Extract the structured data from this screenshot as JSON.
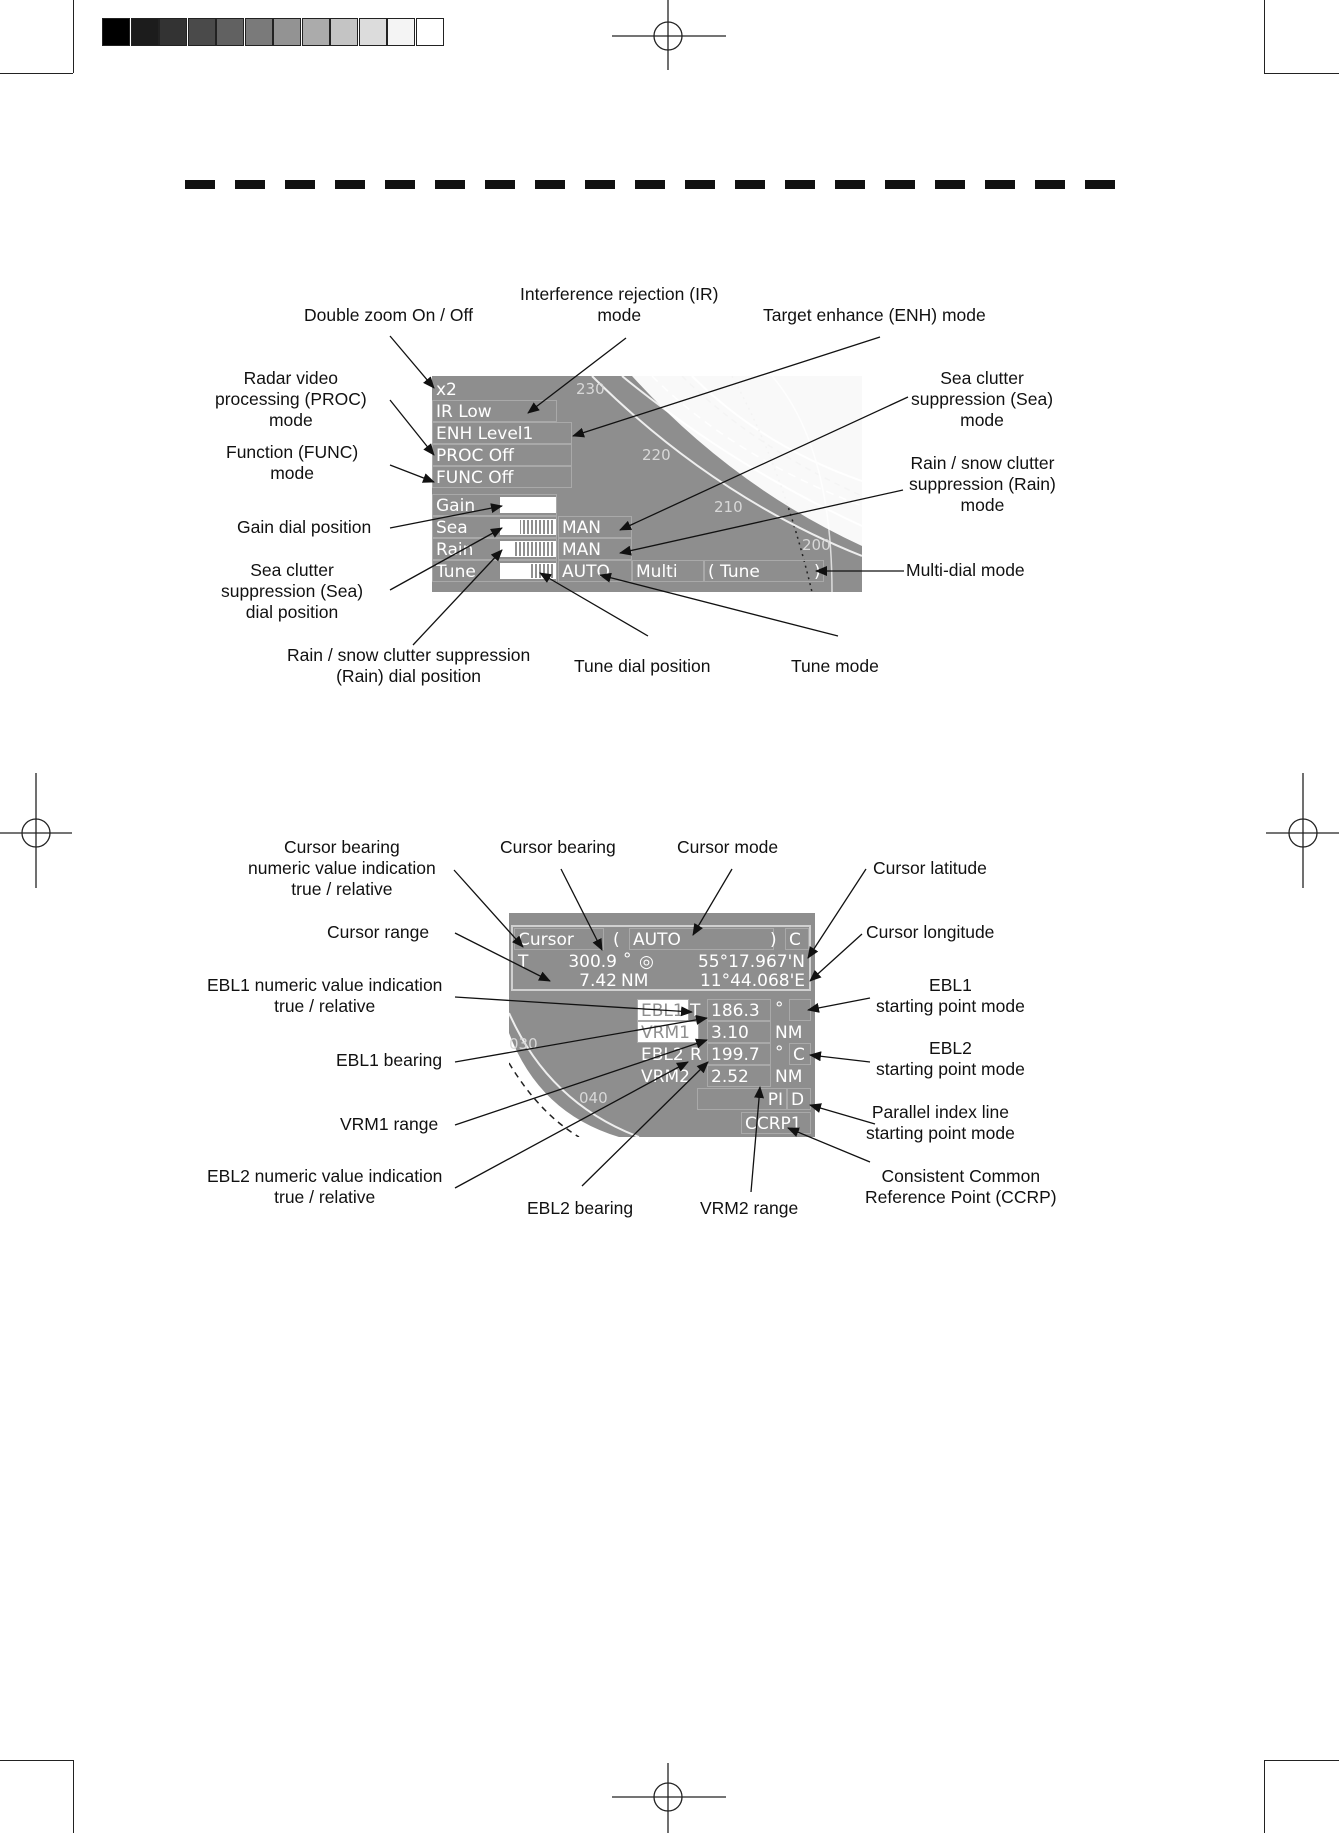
{
  "swatch_colors": [
    "#000000",
    "#1c1c1c",
    "#333333",
    "#4a4a4a",
    "#616161",
    "#7a7a7a",
    "#939393",
    "#ababab",
    "#c4c4c4",
    "#dcdcdc",
    "#f4f4f4",
    "#ffffff"
  ],
  "top_labels": {
    "double_zoom": "Double zoom On / Off",
    "ir_mode": [
      "Interference rejection (IR)",
      "mode"
    ],
    "enh_mode": "Target enhance (ENH) mode",
    "proc_mode": [
      "Radar video",
      "processing (PROC)",
      "mode"
    ],
    "func_mode": [
      "Function (FUNC)",
      "mode"
    ],
    "gain_dial": "Gain dial position",
    "sea_dial": [
      "Sea clutter",
      "suppression (Sea)",
      "dial position"
    ],
    "rain_dial": [
      "Rain / snow clutter suppression",
      "(Rain) dial position"
    ],
    "tune_dial": "Tune dial position",
    "tune_mode": "Tune mode",
    "sea_mode": [
      "Sea clutter",
      "suppression (Sea)",
      "mode"
    ],
    "rain_mode": [
      "Rain / snow clutter",
      "suppression (Rain)",
      "mode"
    ],
    "multi_dial": "Multi-dial mode"
  },
  "top_panel": {
    "zoom": "x2",
    "ir": "IR  Low",
    "enh": "ENH  Level1",
    "proc": "PROC  Off",
    "func": "FUNC  Off",
    "gain_label": "Gain",
    "sea_label": "Sea",
    "rain_label": "Rain",
    "tune_label": "Tune",
    "sea_mode": "MAN",
    "rain_mode": "MAN",
    "tune_mode": "AUTO",
    "multi": "Multi",
    "multi_value": "( Tune",
    "multi_close": ")",
    "gain_level": 1.0,
    "sea_level": 0.35,
    "rain_level": 0.25,
    "tune_level": 0.55,
    "scale_230": "230",
    "scale_220": "220",
    "scale_210": "210",
    "scale_200": "200"
  },
  "bottom_labels": {
    "cursor_bearing_ind": [
      "Cursor bearing",
      "numeric  value indication",
      "true / relative"
    ],
    "cursor_bearing": "Cursor bearing",
    "cursor_mode": "Cursor mode",
    "cursor_latitude": "Cursor latitude",
    "cursor_range": "Cursor range",
    "cursor_longitude": "Cursor longitude",
    "ebl1_ind": [
      "EBL1 numeric value indication",
      "true / relative"
    ],
    "ebl1_start": [
      "EBL1",
      "starting point mode"
    ],
    "ebl1_bearing": "EBL1 bearing",
    "ebl2_start": [
      "EBL2",
      "starting point mode"
    ],
    "vrm1_range": "VRM1 range",
    "pi_start": [
      "Parallel index line",
      "starting point mode"
    ],
    "ebl2_ind": [
      "EBL2 numeric value indication",
      "true / relative"
    ],
    "ebl2_bearing": "EBL2 bearing",
    "vrm2_range": "VRM2 range",
    "ccrp": [
      "Consistent Common",
      "Reference Point (CCRP)"
    ]
  },
  "bottom_panel": {
    "cursor": "Cursor",
    "paren_open": "(",
    "cursor_mode": "AUTO",
    "paren_close": ")",
    "c": "C",
    "t": "T",
    "bearing": "300.9",
    "deg": "°",
    "target_sym": "◎",
    "latitude": "55°17.967'N",
    "range": "7.42",
    "nm": "NM",
    "longitude": "11°44.068'E",
    "ebl1": "EBL1",
    "ebl1_tr": "T",
    "ebl1_val": "186.3",
    "ebl1_deg": "°",
    "vrm1": "VRM1",
    "vrm1_val": "3.10",
    "vrm1_unit": "NM",
    "ebl2": "EBL2",
    "ebl2_tr": "R",
    "ebl2_val": "199.7",
    "ebl2_deg": "°",
    "ebl2_mode": "C",
    "vrm2": "VRM2",
    "vrm2_val": "2.52",
    "vrm2_unit": "NM",
    "pi": "PI",
    "pi_mode": "D",
    "ccrp": "CCRP1",
    "scale_030": "030",
    "scale_040": "040"
  }
}
